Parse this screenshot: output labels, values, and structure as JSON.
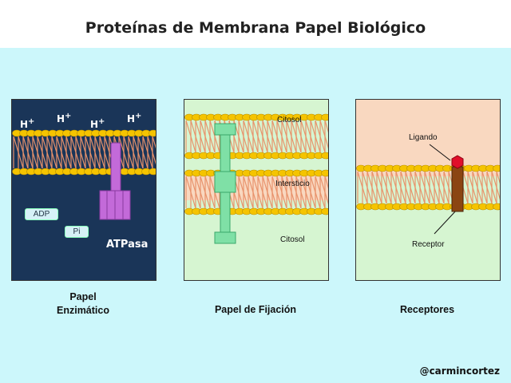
{
  "title": "Proteínas de Membrana Papel Biológico",
  "panels": {
    "enzymatic": {
      "ions": [
        "H",
        "H",
        "H",
        "H"
      ],
      "ion_charge": "+",
      "adp_label": "ADP",
      "pi_label": "Pi",
      "enzyme_label": "ATPasa",
      "caption_line1": "Papel",
      "caption_line2": "Enzimático"
    },
    "anchoring": {
      "top_label": "Citosol",
      "middle_label": "Intersticio",
      "bottom_label": "Citosol",
      "caption": "Papel de Fijación"
    },
    "receptors": {
      "ligand_label": "Ligando",
      "receptor_label": "Receptor",
      "caption": "Receptores"
    }
  },
  "footer": {
    "handle": "@carmincortez"
  },
  "colors": {
    "background": "#ccf7fb",
    "enzymatic_panel": "#1a3558",
    "panel_green": "#d6f5d1",
    "lipid_head": "#f5c400",
    "lipid_tail": "#e8926b",
    "atpase": "#c36ad9",
    "anchor_protein": "#7fe0a6",
    "receptor": "#8b4513",
    "ligand": "#e0102a",
    "interstitium": "#f9d8c0"
  }
}
